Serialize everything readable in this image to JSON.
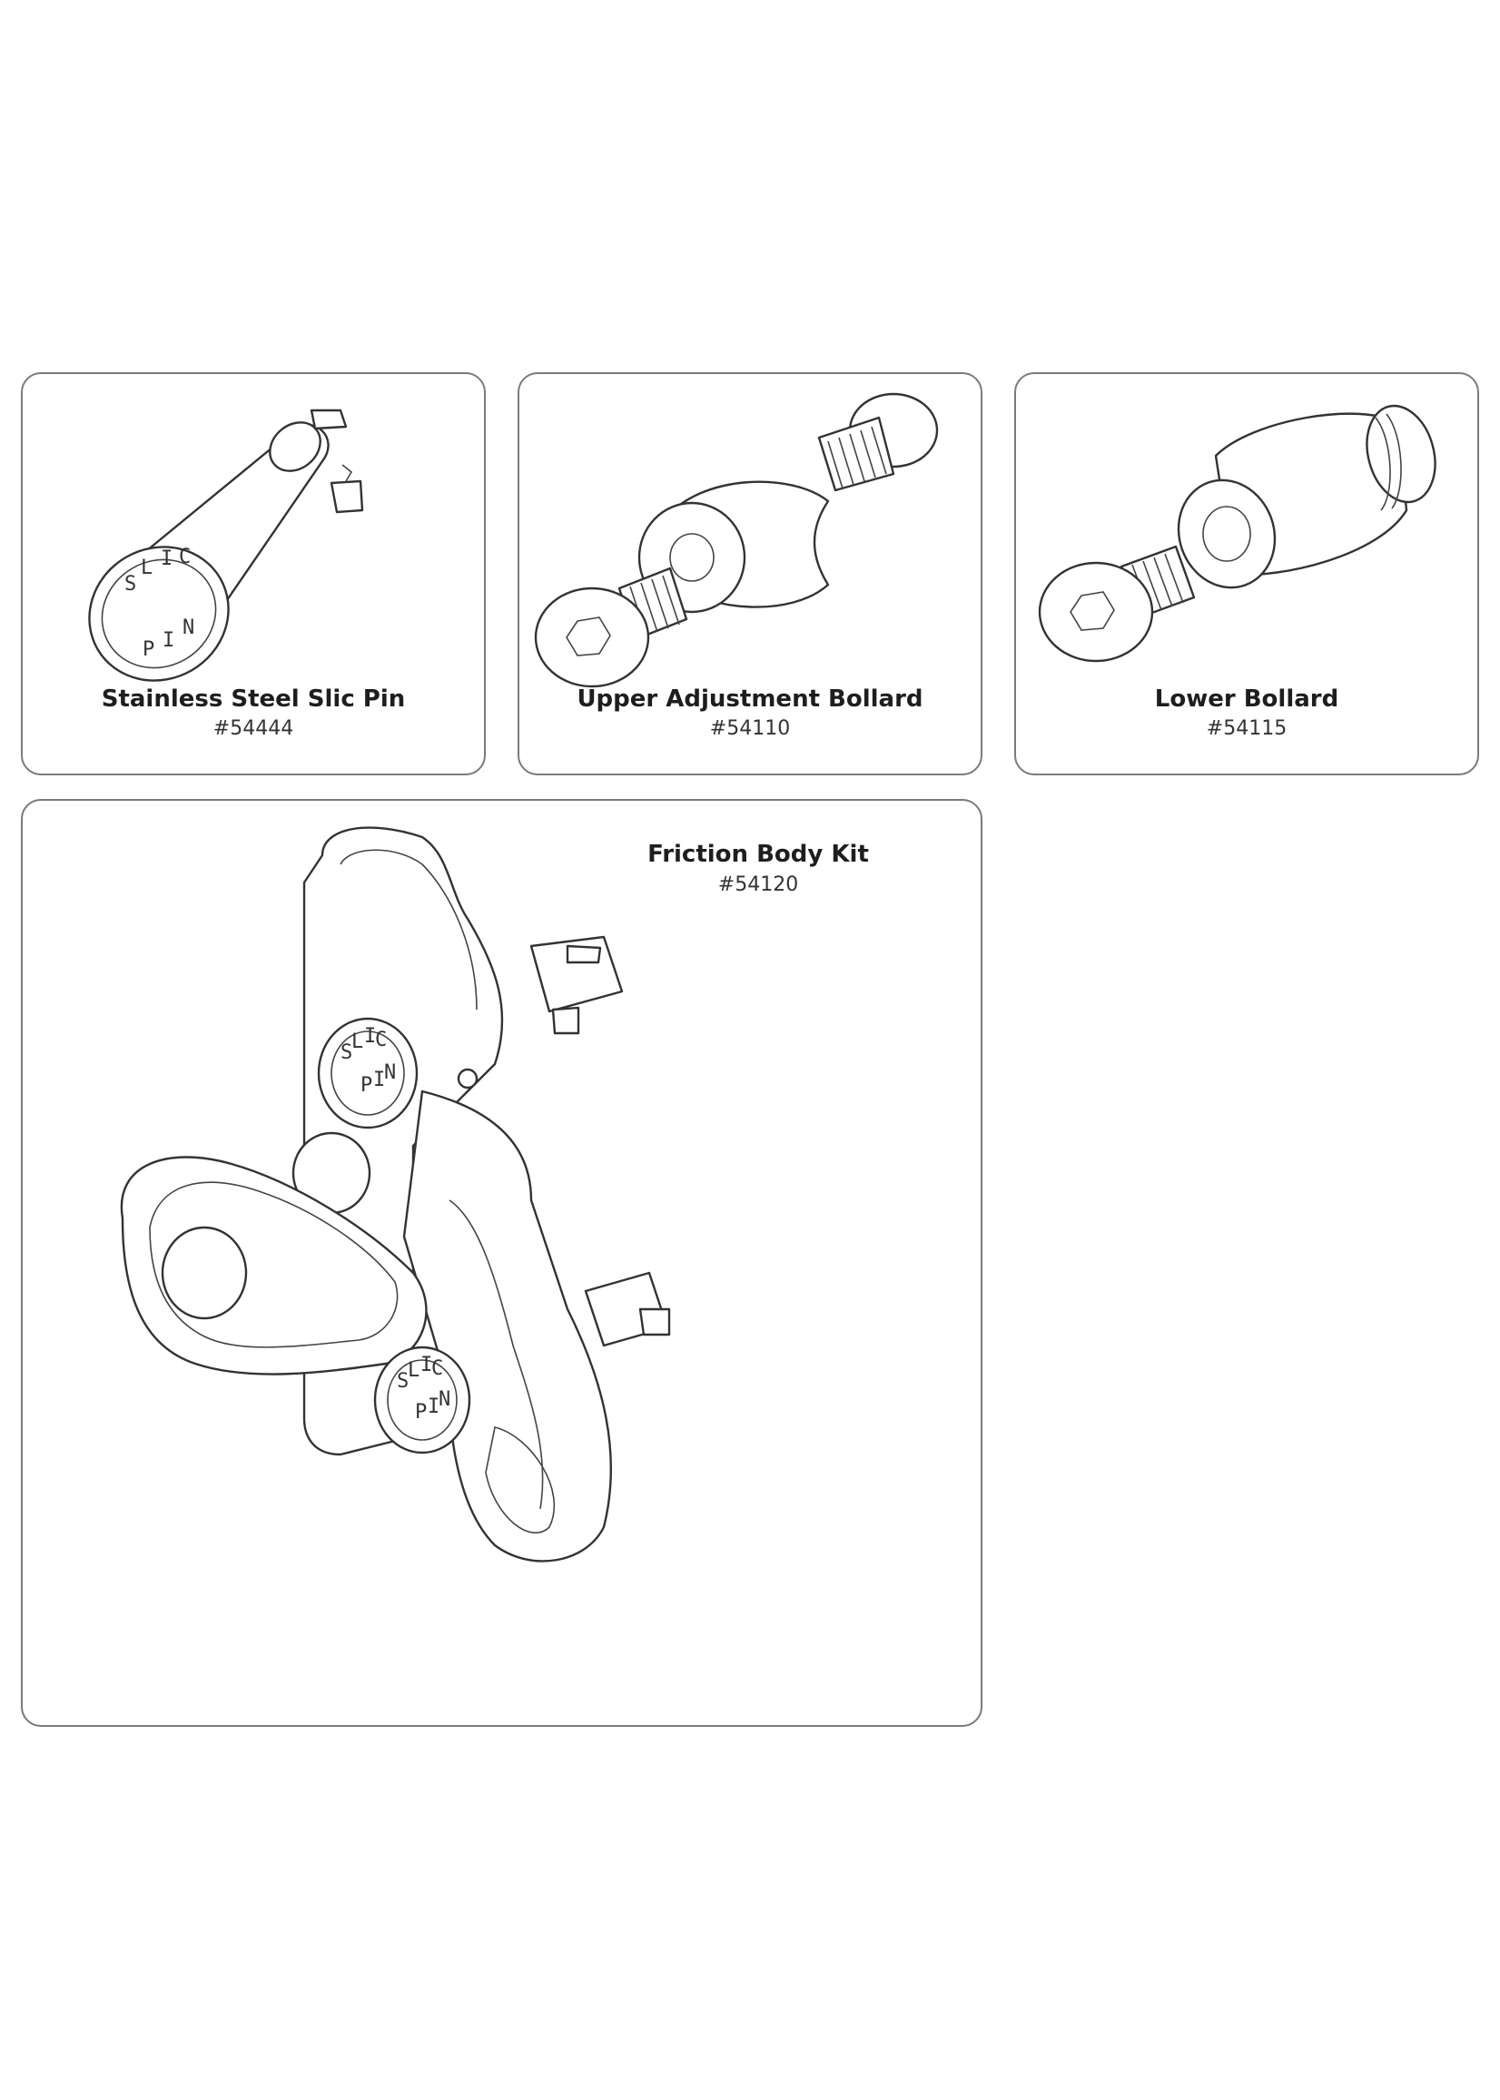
{
  "parts": [
    {
      "id": "pin",
      "title": "Stainless Steel Slic Pin",
      "sku": "#54444",
      "engraving": [
        "S",
        "L",
        "I",
        "C",
        "P",
        "I",
        "N"
      ]
    },
    {
      "id": "upper",
      "title": "Upper Adjustment Bollard",
      "sku": "#54110"
    },
    {
      "id": "lower",
      "title": "Lower Bollard",
      "sku": "#54115"
    },
    {
      "id": "body",
      "title": "Friction Body Kit",
      "sku": "#54120",
      "engraving": [
        "S",
        "L",
        "I",
        "C",
        "P",
        "I",
        "N"
      ]
    }
  ]
}
